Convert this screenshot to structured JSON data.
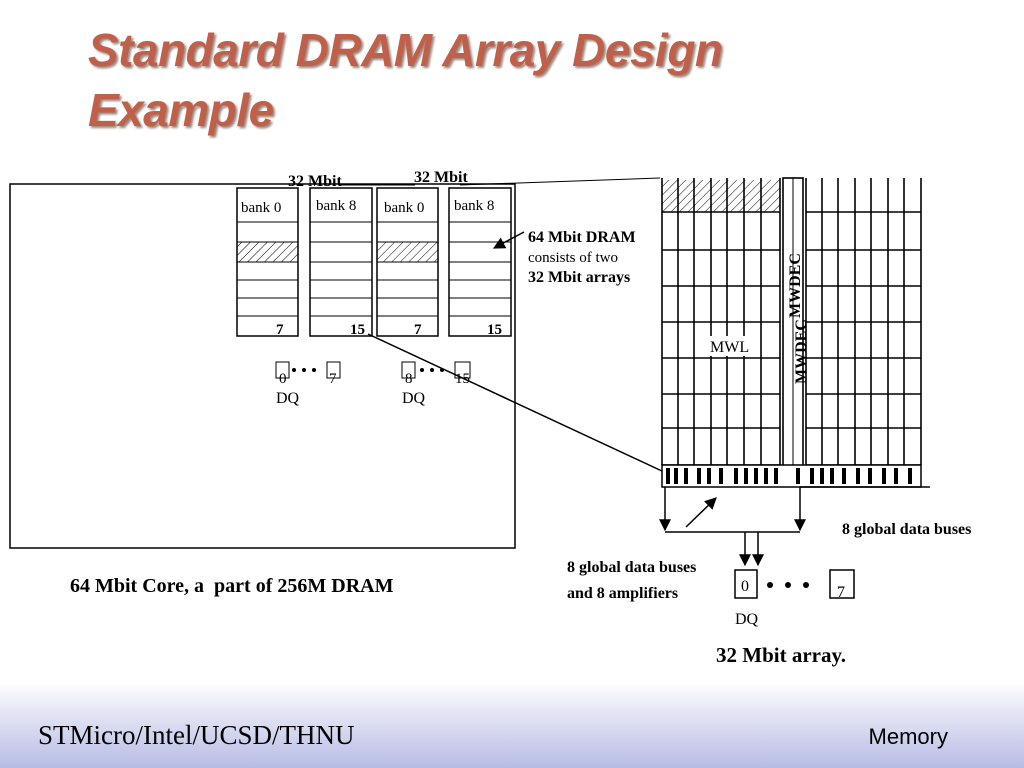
{
  "slide": {
    "title_line1": "Standard DRAM Array Design",
    "title_line2": "Example"
  },
  "left_figure": {
    "array_label_a": "32 Mbit",
    "array_label_b": "32 Mbit",
    "bank_labels": [
      "bank 0",
      "bank 8",
      "bank 0",
      "bank 8"
    ],
    "row_labels": [
      "7",
      "15",
      "7",
      "15"
    ],
    "dq_group_1": {
      "first": "0",
      "last": "7",
      "label": "DQ"
    },
    "dq_group_2": {
      "first": "8",
      "last": "15",
      "label": "DQ"
    },
    "callout": [
      "64 Mbit DRAM",
      "consists of two",
      "32 Mbit arrays"
    ],
    "caption": "64 Mbit Core, a  part of 256M DRAM"
  },
  "right_figure": {
    "mwdec_label": "MWDEC",
    "mwdec_label_2": "MWDEC",
    "mwl_label": "MWL",
    "global_bus_label": "8 global data buses",
    "bus_amp_label": [
      "8 global data buses",
      "and 8 amplifiers"
    ],
    "dq_first": "0",
    "dq_last": "7",
    "dq_label": "DQ",
    "caption": "32 Mbit array."
  },
  "footer": {
    "left": "STMicro/Intel/UCSD/THNU",
    "right": "Memory"
  }
}
